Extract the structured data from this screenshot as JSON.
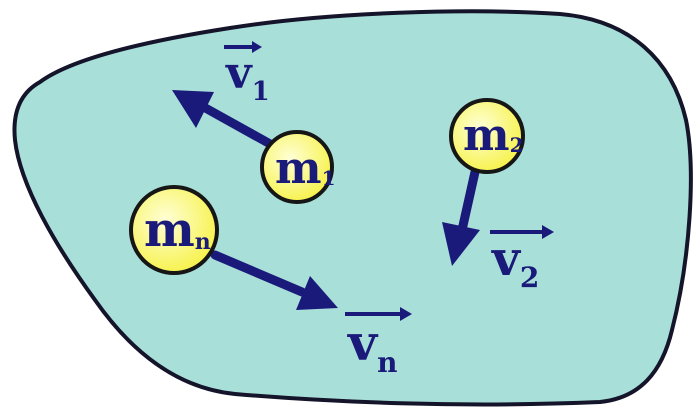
{
  "colors": {
    "region_fill": "#a9dfd9",
    "region_stroke": "#14142a",
    "ball_fill": "#f6f24a",
    "ball_highlight": "#ffffd6",
    "ball_stroke": "#161616",
    "ink": "#1a1a7a"
  },
  "bodies": [
    {
      "id": "m1",
      "label": "m",
      "sub": "1",
      "velocity": {
        "label": "v",
        "sub": "1"
      }
    },
    {
      "id": "m2",
      "label": "m",
      "sub": "2",
      "velocity": {
        "label": "v",
        "sub": "2"
      }
    },
    {
      "id": "mn",
      "label": "m",
      "sub": "n",
      "velocity": {
        "label": "v",
        "sub": "n"
      }
    }
  ]
}
